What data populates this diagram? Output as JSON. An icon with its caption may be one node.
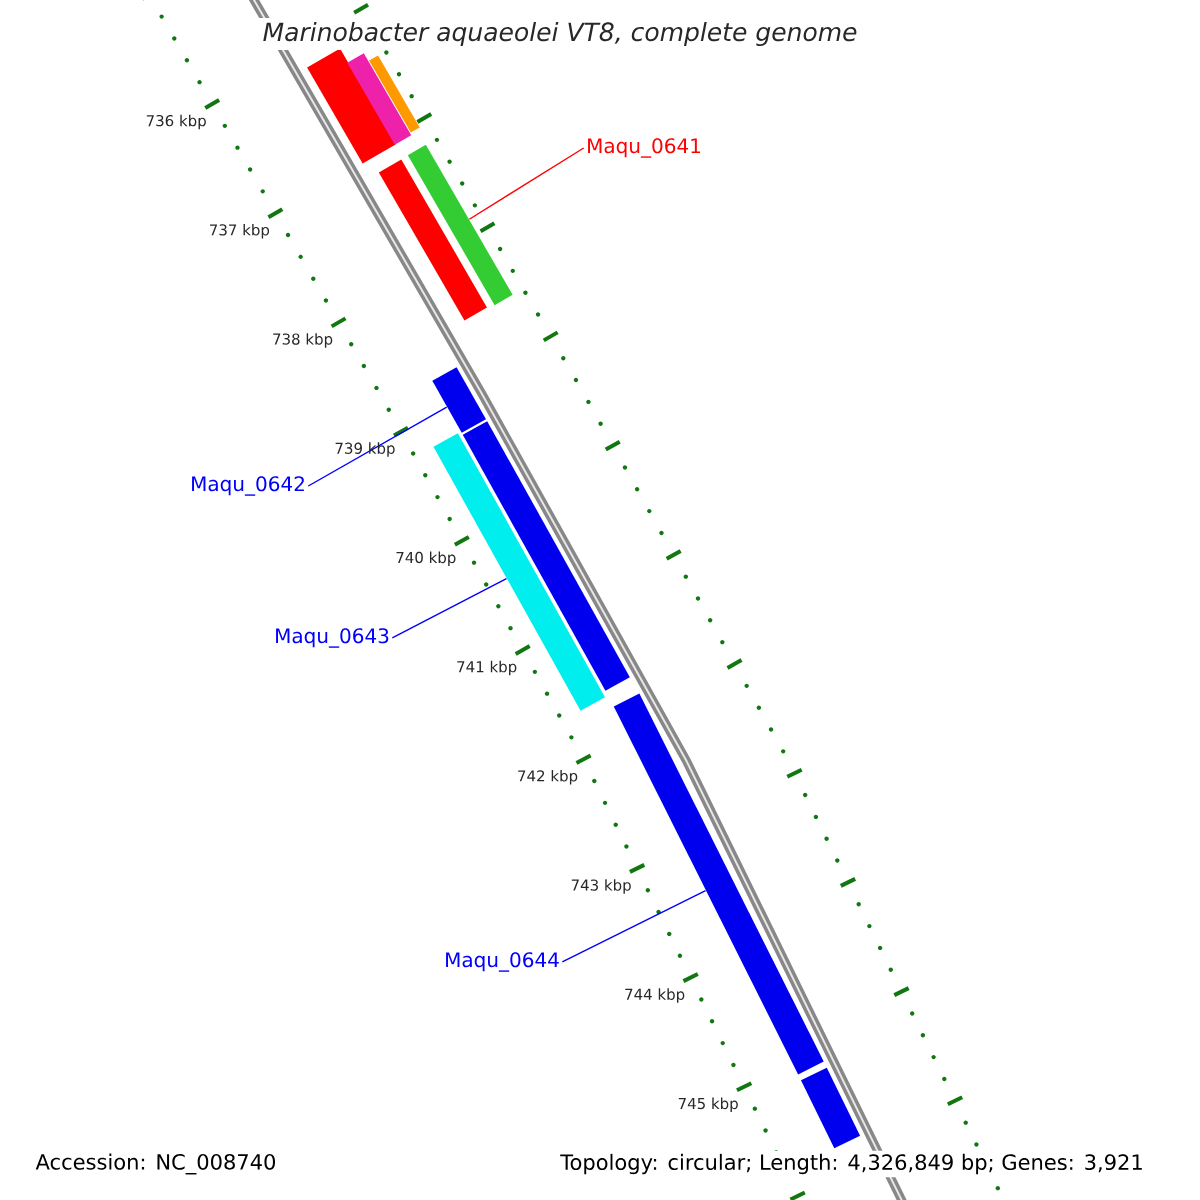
{
  "diagram": {
    "title": "Marinobacter aquaeolei VT8, complete genome",
    "nodes": [
      {
        "text": [],
        "shape": "bar"
      },
      {
        "text": [],
        "shape": "bar"
      },
      {
        "text": [],
        "shape": "bar"
      },
      {
        "text": [],
        "shape": "bar"
      },
      {
        "text": [],
        "shape": "bar"
      },
      {
        "text": [],
        "shape": "bar"
      },
      {
        "text": [],
        "shape": "bar"
      },
      {
        "text": [],
        "shape": "bar"
      },
      {
        "text": [],
        "shape": "bar"
      },
      {
        "text": [],
        "shape": "bar"
      },
      {
        "text": [
          "Maqu_0641"
        ]
      },
      {
        "text": [
          "Maqu_0642"
        ]
      },
      {
        "text": [
          "Maqu_0643"
        ]
      },
      {
        "text": [
          "Maqu_0644"
        ]
      }
    ],
    "edges": [
      {
        "from": 10,
        "to": 4,
        "arrow": "none",
        "color": "#ff0000"
      },
      {
        "from": 11,
        "to": 5,
        "arrow": "none"
      },
      {
        "from": 12,
        "to": 7,
        "arrow": "none"
      },
      {
        "from": 13,
        "to": 8,
        "arrow": "none"
      }
    ],
    "labels": [
      "736 kbp",
      "737 kbp",
      "738 kbp",
      "739 kbp",
      "740 kbp",
      "741 kbp",
      "742 kbp",
      "743 kbp",
      "744 kbp",
      "745 kbp",
      "Accession: NC_008740",
      "Topology: circular; Length: 4,326,849 bp; Genes: 3,921"
    ]
  }
}
